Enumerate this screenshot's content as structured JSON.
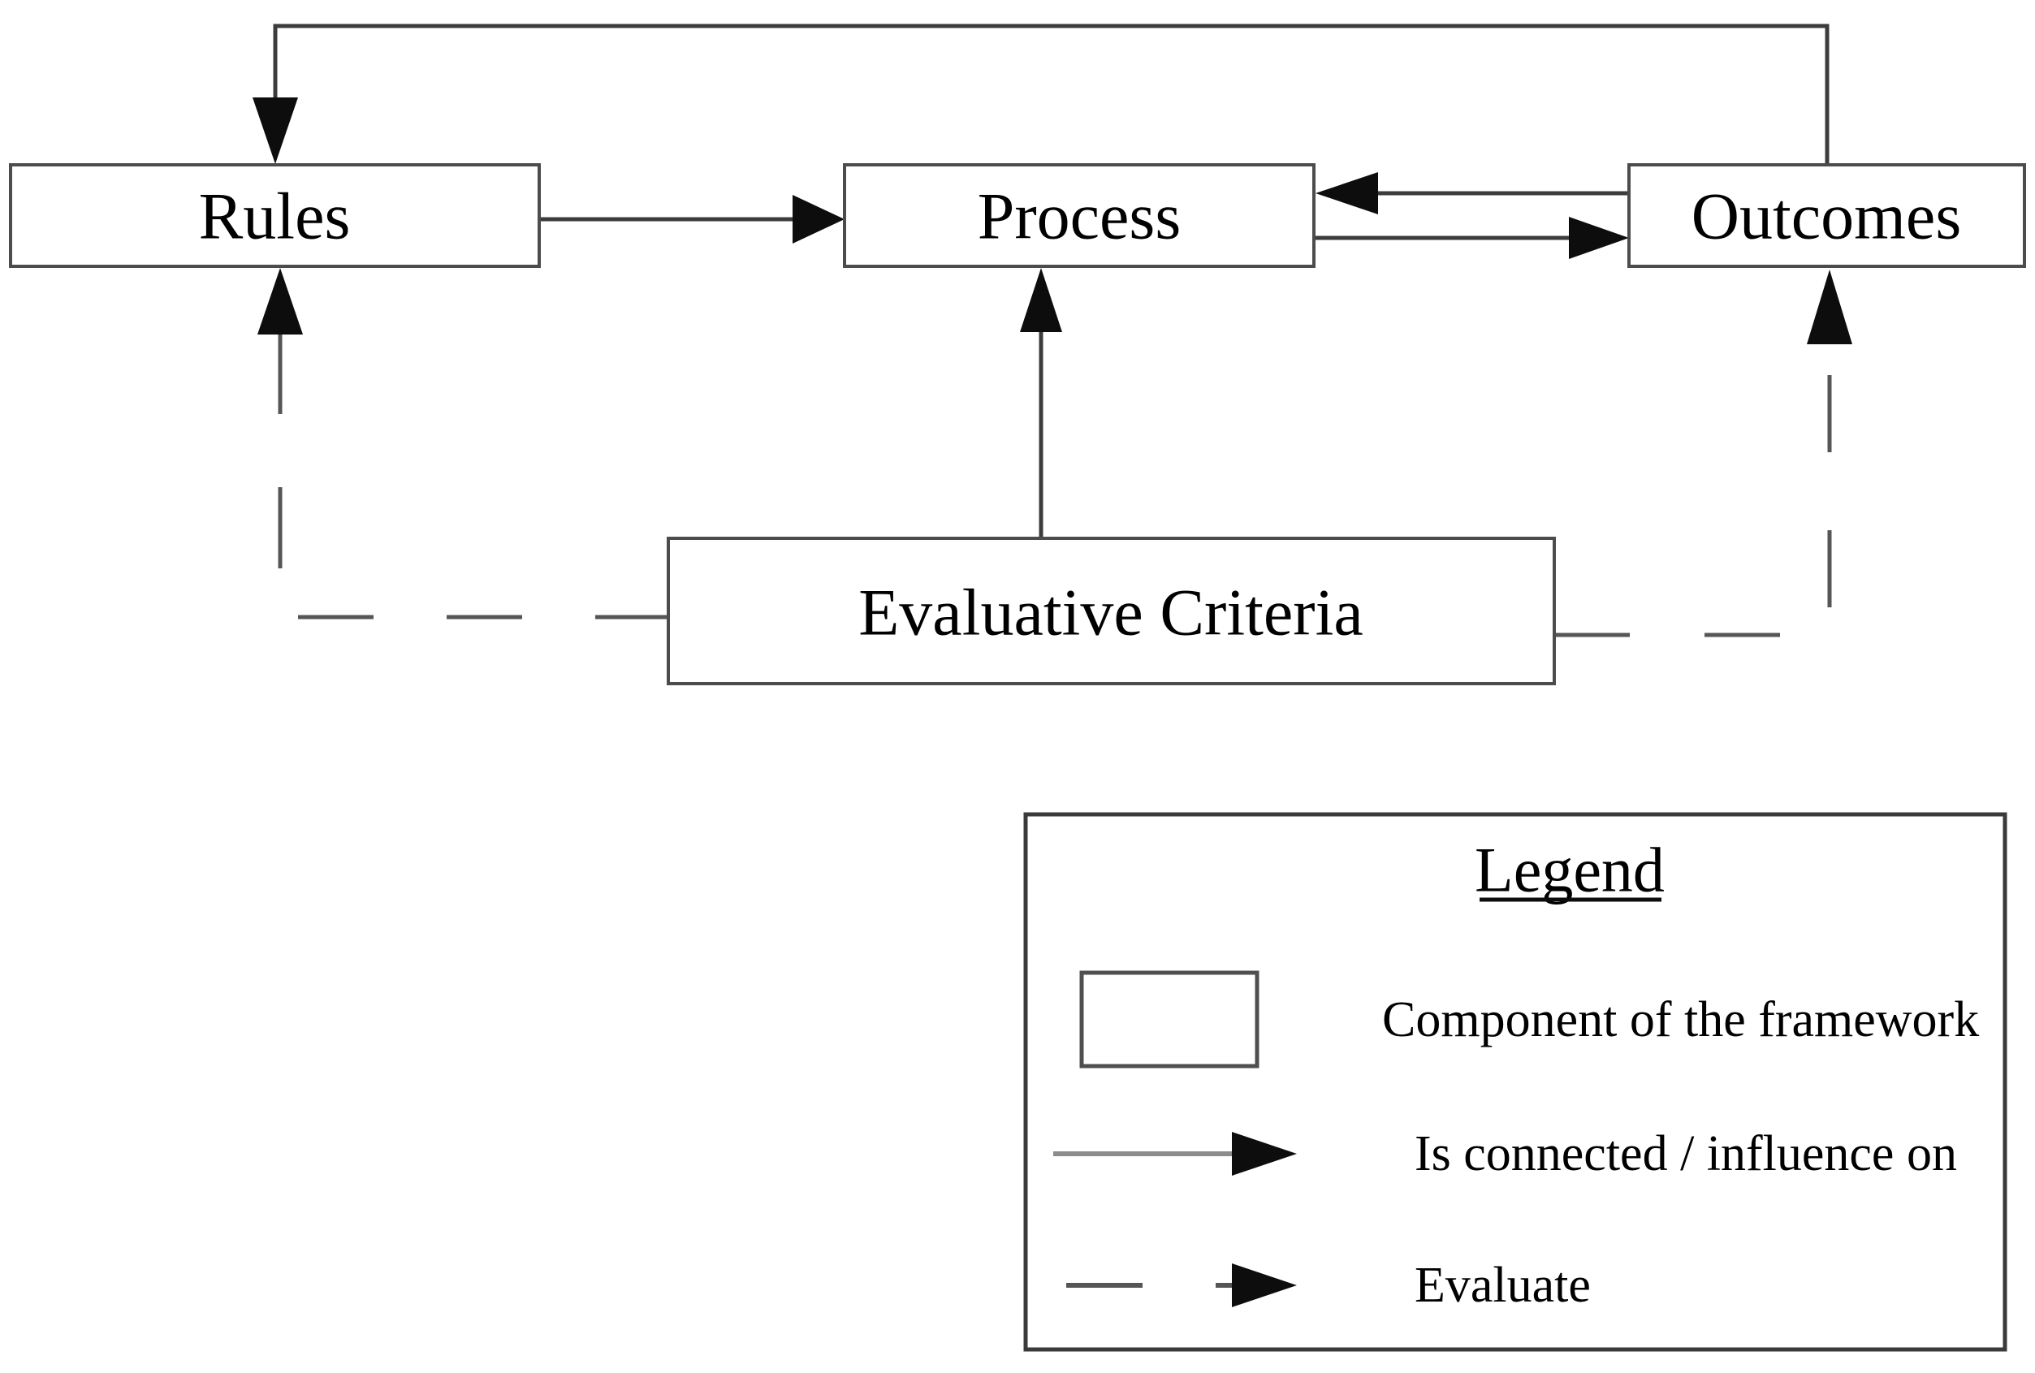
{
  "diagram": {
    "nodes": {
      "rules": {
        "label": "Rules"
      },
      "process": {
        "label": "Process"
      },
      "outcomes": {
        "label": "Outcomes"
      },
      "evaluative_criteria": {
        "label": "Evaluative Criteria"
      }
    },
    "edges": [
      {
        "from": "outcomes",
        "to": "rules",
        "style": "solid"
      },
      {
        "from": "rules",
        "to": "process",
        "style": "solid"
      },
      {
        "from": "outcomes",
        "to": "process",
        "style": "solid"
      },
      {
        "from": "process",
        "to": "outcomes",
        "style": "solid"
      },
      {
        "from": "evaluative_criteria",
        "to": "process",
        "style": "solid"
      },
      {
        "from": "evaluative_criteria",
        "to": "rules",
        "style": "dashed"
      },
      {
        "from": "evaluative_criteria",
        "to": "outcomes",
        "style": "dashed"
      }
    ],
    "legend": {
      "title": "Legend",
      "items": [
        {
          "symbol": "component-box",
          "label": "Component of the framework"
        },
        {
          "symbol": "solid-arrow",
          "label": "Is connected / influence on"
        },
        {
          "symbol": "dashed-arrow",
          "label": "Evaluate"
        }
      ]
    },
    "colors": {
      "background": "#ffffff",
      "box_border": "#4c4c4c",
      "connector": "#3c3c3c",
      "dashed_connector": "#565656",
      "arrowhead": "#0d0d0d",
      "text": "#000000"
    }
  }
}
